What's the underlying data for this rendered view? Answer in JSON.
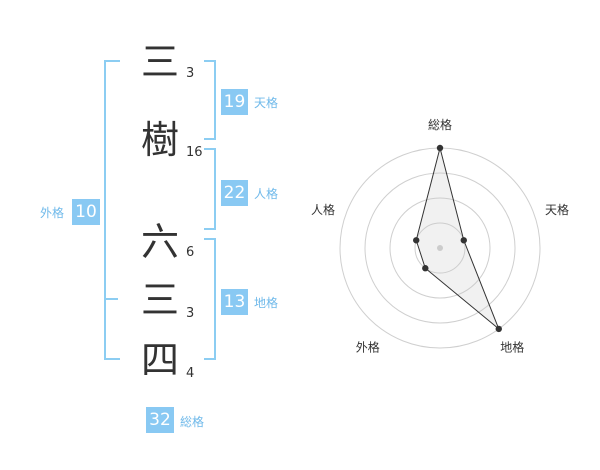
{
  "name_chars": [
    {
      "char": "三",
      "strokes": "3"
    },
    {
      "char": "樹",
      "strokes": "16"
    },
    {
      "char": "六",
      "strokes": "6"
    },
    {
      "char": "三",
      "strokes": "3"
    },
    {
      "char": "四",
      "strokes": "4"
    }
  ],
  "fortunes": {
    "tenkaku": {
      "value": "19",
      "label": "天格"
    },
    "jinkaku": {
      "value": "22",
      "label": "人格"
    },
    "chikaku": {
      "value": "13",
      "label": "地格"
    },
    "gaikaku": {
      "value": "10",
      "label": "外格"
    },
    "soukaku": {
      "value": "32",
      "label": "総格"
    }
  },
  "accent_color": "#89c9f3",
  "chart_data": {
    "type": "radar",
    "axes": [
      "総格",
      "天格",
      "地格",
      "外格",
      "人格"
    ],
    "values": [
      4,
      1,
      4,
      1,
      1
    ],
    "rlim": [
      0,
      4
    ],
    "rings": 4
  }
}
